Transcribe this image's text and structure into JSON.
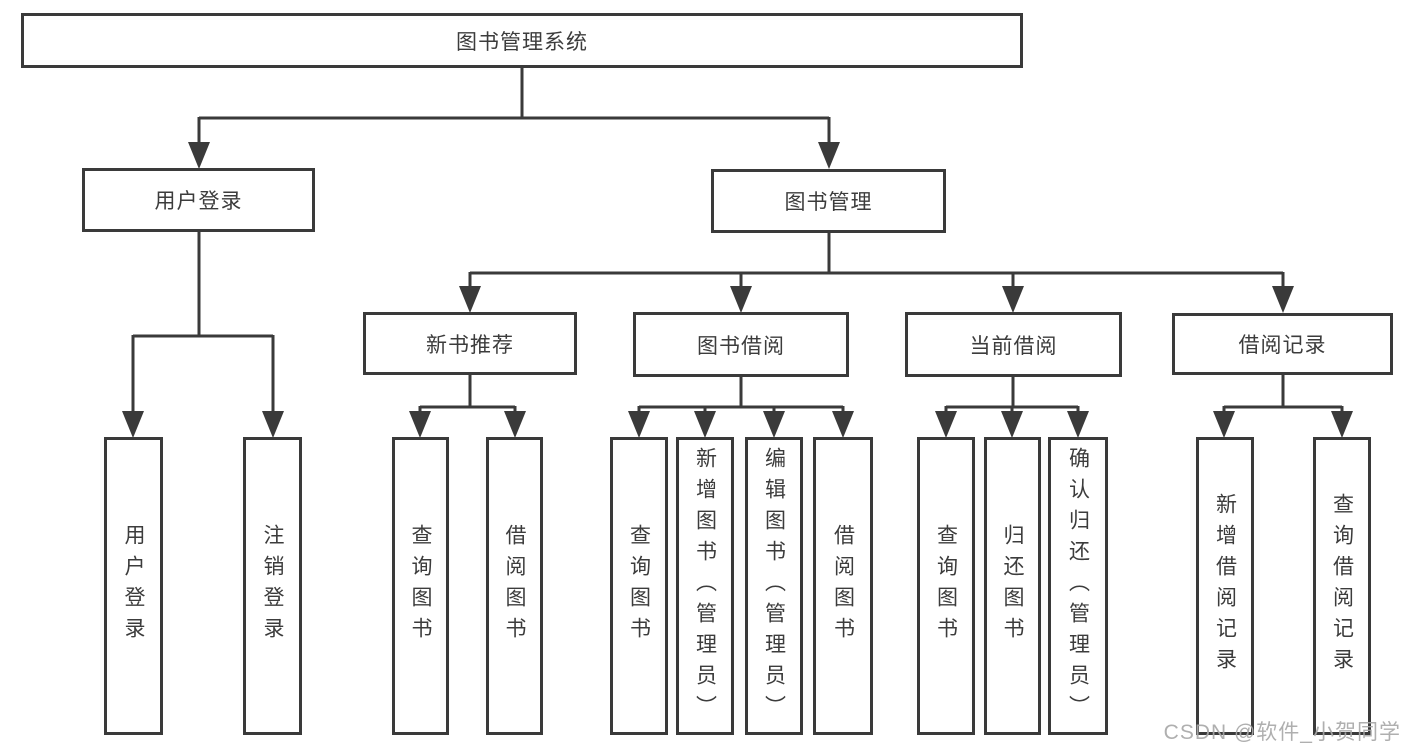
{
  "tree": {
    "root": "图书管理系统",
    "user_login": {
      "label": "用户登录",
      "children": [
        "用户登录",
        "注销登录"
      ]
    },
    "book_mgmt": {
      "label": "图书管理",
      "children": {
        "new_book": {
          "label": "新书推荐",
          "children": [
            "查询图书",
            "借阅图书"
          ]
        },
        "borrow": {
          "label": "图书借阅",
          "children": [
            "查询图书",
            "新增图书（管理员）",
            "编辑图书（管理员）",
            "借阅图书"
          ]
        },
        "current": {
          "label": "当前借阅",
          "children": [
            "查询图书",
            "归还图书",
            "确认归还（管理员）"
          ]
        },
        "record": {
          "label": "借阅记录",
          "children": [
            "新增借阅记录",
            "查询借阅记录"
          ]
        }
      }
    }
  },
  "watermark": "CSDN @软件_小贺同学",
  "colors": {
    "line": "#3a3a3a",
    "text": "#3c3c3c",
    "watermark": "#a8a8a8",
    "background": "#ffffff"
  }
}
